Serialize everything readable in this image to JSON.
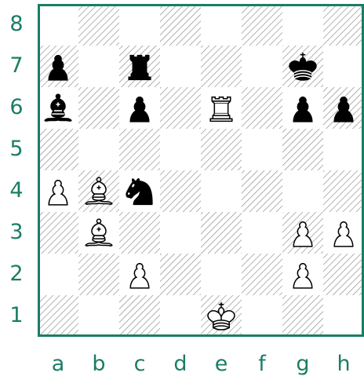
{
  "board": {
    "files": [
      "a",
      "b",
      "c",
      "d",
      "e",
      "f",
      "g",
      "h"
    ],
    "ranks": [
      "8",
      "7",
      "6",
      "5",
      "4",
      "3",
      "2",
      "1"
    ],
    "colors": {
      "frame": "#1b7d66",
      "light_square": "#ffffff",
      "dark_square_hatch": "#8a8a8a",
      "coordinate_text": "#1b7d66"
    },
    "pieces": [
      {
        "square": "a7",
        "color": "black",
        "type": "pawn"
      },
      {
        "square": "c7",
        "color": "black",
        "type": "rook"
      },
      {
        "square": "g7",
        "color": "black",
        "type": "king"
      },
      {
        "square": "a6",
        "color": "black",
        "type": "bishop"
      },
      {
        "square": "c6",
        "color": "black",
        "type": "pawn"
      },
      {
        "square": "e6",
        "color": "white",
        "type": "rook"
      },
      {
        "square": "g6",
        "color": "black",
        "type": "pawn"
      },
      {
        "square": "h6",
        "color": "black",
        "type": "pawn"
      },
      {
        "square": "a4",
        "color": "white",
        "type": "pawn"
      },
      {
        "square": "b4",
        "color": "white",
        "type": "bishop"
      },
      {
        "square": "c4",
        "color": "black",
        "type": "knight"
      },
      {
        "square": "b3",
        "color": "white",
        "type": "bishop"
      },
      {
        "square": "g3",
        "color": "white",
        "type": "pawn"
      },
      {
        "square": "h3",
        "color": "white",
        "type": "pawn"
      },
      {
        "square": "c2",
        "color": "white",
        "type": "pawn"
      },
      {
        "square": "g2",
        "color": "white",
        "type": "pawn"
      },
      {
        "square": "e1",
        "color": "white",
        "type": "king"
      }
    ]
  }
}
